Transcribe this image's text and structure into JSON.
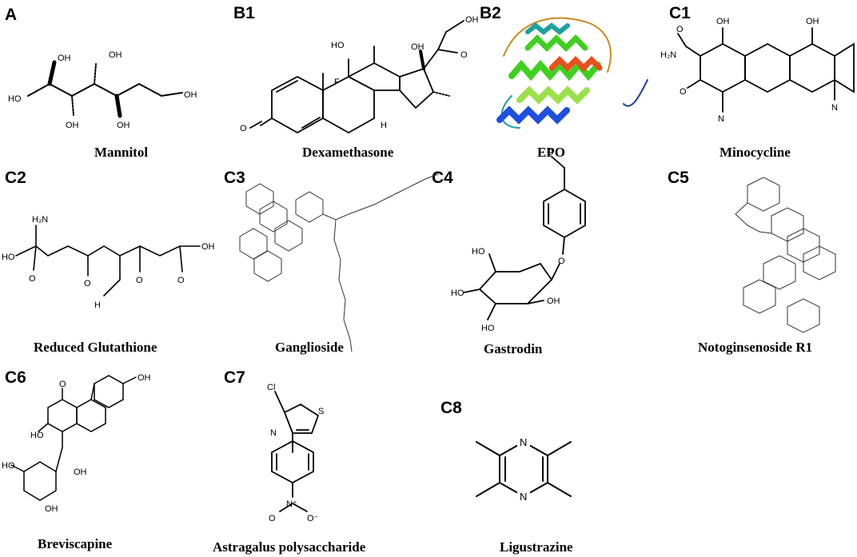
{
  "panels": [
    {
      "id": "A",
      "name": "Mannitol"
    },
    {
      "id": "B1",
      "name": "Dexamethasone"
    },
    {
      "id": "B2",
      "name": "EPO"
    },
    {
      "id": "C1",
      "name": "Minocycline"
    },
    {
      "id": "C2",
      "name": "Reduced Glutathione"
    },
    {
      "id": "C3",
      "name": "Ganglioside"
    },
    {
      "id": "C4",
      "name": "Gastrodin"
    },
    {
      "id": "C5",
      "name": "Notoginsenoside R1"
    },
    {
      "id": "C6",
      "name": "Breviscapine"
    },
    {
      "id": "C7",
      "name": "Astragalus polysaccharide"
    },
    {
      "id": "C8",
      "name": "Ligustrazine"
    }
  ],
  "atoms": {
    "oh": "OH",
    "ho": "HO",
    "o": "O",
    "h": "H",
    "n": "N",
    "s": "S",
    "cl": "Cl",
    "nh2": "H₂N",
    "f": "F",
    "nplus": "N⁺",
    "ominus": "O⁻"
  },
  "colors": {
    "helix_green": "#3fcf1f",
    "helix_lime": "#9be04a",
    "helix_red": "#e8501e",
    "helix_blue": "#1f4fe0",
    "helix_teal": "#1f9f9f",
    "loop_orange": "#c98a1f"
  }
}
